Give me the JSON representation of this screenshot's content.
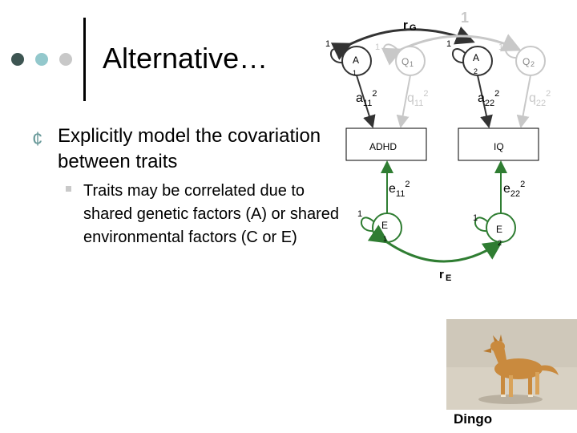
{
  "slide": {
    "title": "Alternative…",
    "bullet": "Explicitly model the covariation between traits",
    "sub_bullet": "Traits may be correlated due to shared genetic factors (A) or shared environmental factors (C or E)"
  },
  "colors": {
    "dark_dot": "#3d5552",
    "mid_dot": "#93c8cc",
    "light_dot": "#c8c8c8",
    "genetic_path": "#333333",
    "shared_path": "#c8c8c8",
    "environment_path": "#2f7d32",
    "accent": "#6a9a9a"
  },
  "diagram": {
    "rG_prefix": "r",
    "rG_sub": "G",
    "rE_prefix": "r",
    "rE_sub": "E",
    "rG_value": "1",
    "A1": "A",
    "A1_sub": "1",
    "Q1": "Q",
    "Q1_sub": "1",
    "A2": "A",
    "A2_sub": "2",
    "Q2": "Q",
    "Q2_sub": "2",
    "E1": "E",
    "E1_sub": "1",
    "E2": "E",
    "E2_sub": "2",
    "variance_label": "1",
    "pheno1": "ADHD",
    "pheno2": "IQ",
    "a11_base": "a",
    "a11_sub": "11",
    "a11_sup": "2",
    "q11_base": "q",
    "q11_sub": "11",
    "q11_sup": "2",
    "a22_base": "a",
    "a22_sub": "22",
    "a22_sup": "2",
    "q22_base": "q",
    "q22_sub": "22",
    "q22_sup": "2",
    "e11_base": "e",
    "e11_sub": "11",
    "e11_sup": "2",
    "e22_base": "e",
    "e22_sub": "22",
    "e22_sup": "2"
  },
  "photo": {
    "caption": "Dingo"
  }
}
